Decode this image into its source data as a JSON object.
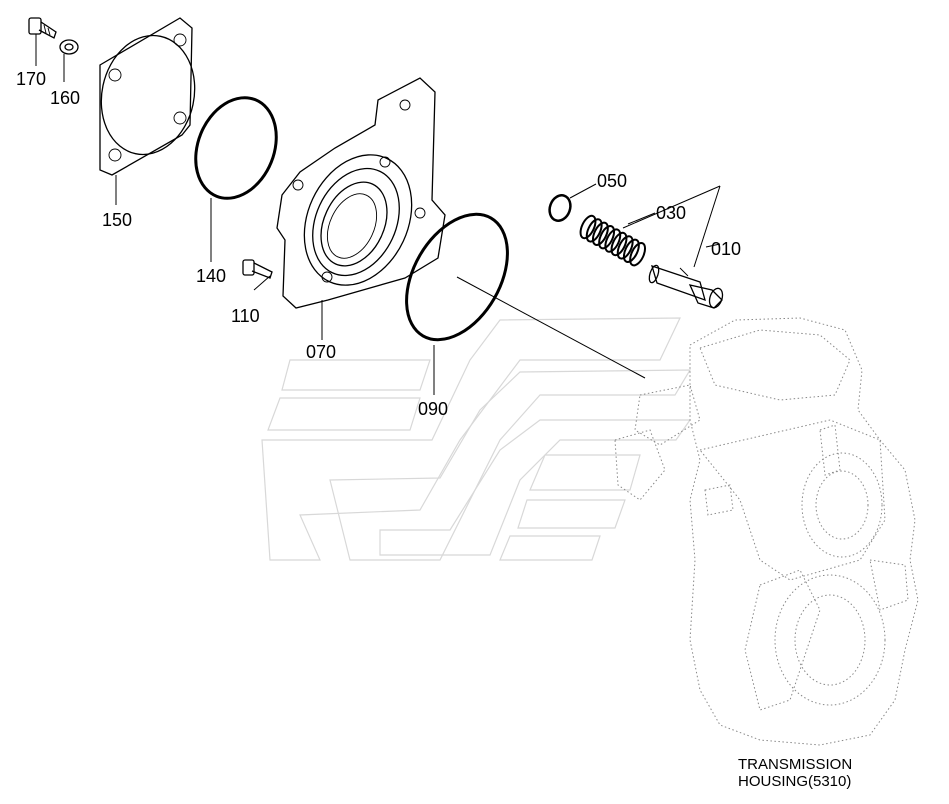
{
  "parts": [
    {
      "id": "p170",
      "label": "170"
    },
    {
      "id": "p160",
      "label": "160"
    },
    {
      "id": "p150",
      "label": "150"
    },
    {
      "id": "p140",
      "label": "140"
    },
    {
      "id": "p110",
      "label": "110"
    },
    {
      "id": "p070",
      "label": "070"
    },
    {
      "id": "p090",
      "label": "090"
    },
    {
      "id": "p050",
      "label": "050"
    },
    {
      "id": "p030",
      "label": "030"
    },
    {
      "id": "p010",
      "label": "010"
    }
  ],
  "caption": {
    "line1": "TRANSMISSION",
    "line2": "HOUSING(5310)"
  }
}
